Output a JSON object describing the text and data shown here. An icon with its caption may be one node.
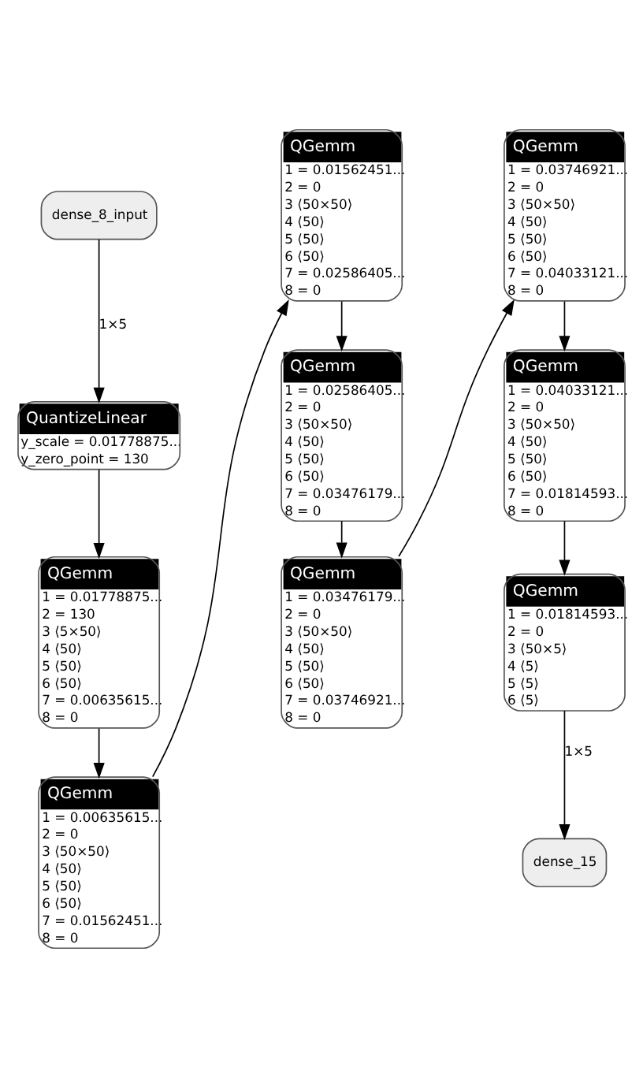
{
  "diagram": {
    "nodes": [
      {
        "text": [
          "dense_8_input"
        ]
      },
      {
        "text": [
          "QuantizeLinear",
          "y_scale = 0.01778875...",
          "y_zero_point = 130"
        ]
      },
      {
        "text": [
          "QGemm",
          "1 = 0.01778875...",
          "2 = 130",
          "3 ⟨5×50⟩",
          "4 ⟨50⟩",
          "5 ⟨50⟩",
          "6 ⟨50⟩",
          "7 = 0.00635615...",
          "8 = 0"
        ]
      },
      {
        "text": [
          "QGemm",
          "1 = 0.00635615...",
          "2 = 0",
          "3 ⟨50×50⟩",
          "4 ⟨50⟩",
          "5 ⟨50⟩",
          "6 ⟨50⟩",
          "7 = 0.01562451...",
          "8 = 0"
        ]
      },
      {
        "text": [
          "QGemm",
          "1 = 0.01562451...",
          "2 = 0",
          "3 ⟨50×50⟩",
          "4 ⟨50⟩",
          "5 ⟨50⟩",
          "6 ⟨50⟩",
          "7 = 0.02586405...",
          "8 = 0"
        ]
      },
      {
        "text": [
          "QGemm",
          "1 = 0.02586405...",
          "2 = 0",
          "3 ⟨50×50⟩",
          "4 ⟨50⟩",
          "5 ⟨50⟩",
          "6 ⟨50⟩",
          "7 = 0.03476179...",
          "8 = 0"
        ]
      },
      {
        "text": [
          "QGemm",
          "1 = 0.03476179...",
          "2 = 0",
          "3 ⟨50×50⟩",
          "4 ⟨50⟩",
          "5 ⟨50⟩",
          "6 ⟨50⟩",
          "7 = 0.03746921...",
          "8 = 0"
        ]
      },
      {
        "text": [
          "QGemm",
          "1 = 0.03746921...",
          "2 = 0",
          "3 ⟨50×50⟩",
          "4 ⟨50⟩",
          "5 ⟨50⟩",
          "6 ⟨50⟩",
          "7 = 0.04033121...",
          "8 = 0"
        ]
      },
      {
        "text": [
          "QGemm",
          "1 = 0.04033121...",
          "2 = 0",
          "3 ⟨50×50⟩",
          "4 ⟨50⟩",
          "5 ⟨50⟩",
          "6 ⟨50⟩",
          "7 = 0.01814593...",
          "8 = 0"
        ]
      },
      {
        "text": [
          "QGemm",
          "1 = 0.01814593...",
          "2 = 0",
          "3 ⟨50×5⟩",
          "4 ⟨5⟩",
          "5 ⟨5⟩",
          "6 ⟨5⟩"
        ]
      },
      {
        "text": [
          "dense_15"
        ]
      }
    ],
    "edges": [
      {
        "from": 0,
        "to": 1,
        "arrow": "to",
        "label": "1×5"
      },
      {
        "from": 1,
        "to": 2,
        "arrow": "to"
      },
      {
        "from": 2,
        "to": 3,
        "arrow": "to"
      },
      {
        "from": 3,
        "to": 4,
        "arrow": "to"
      },
      {
        "from": 4,
        "to": 5,
        "arrow": "to"
      },
      {
        "from": 5,
        "to": 6,
        "arrow": "to"
      },
      {
        "from": 6,
        "to": 7,
        "arrow": "to"
      },
      {
        "from": 7,
        "to": 8,
        "arrow": "to"
      },
      {
        "from": 8,
        "to": 9,
        "arrow": "to"
      },
      {
        "from": 9,
        "to": 10,
        "arrow": "to",
        "label": "1×5"
      }
    ]
  }
}
